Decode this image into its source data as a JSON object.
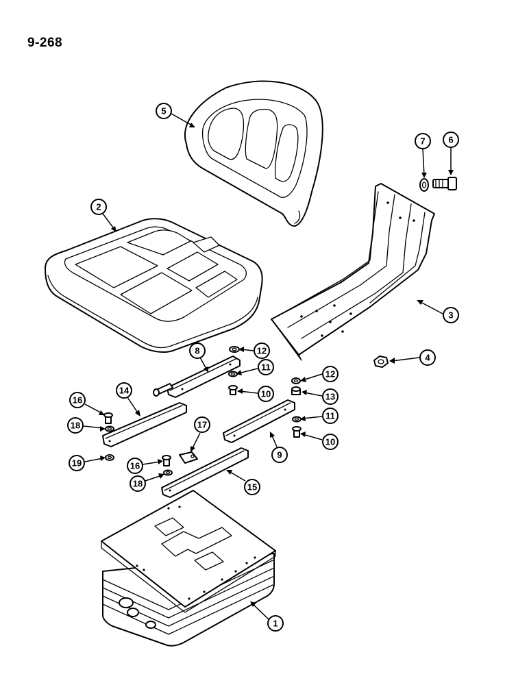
{
  "page": {
    "number": "9-268"
  },
  "callouts": [
    {
      "label": "1"
    },
    {
      "label": "2"
    },
    {
      "label": "3"
    },
    {
      "label": "4"
    },
    {
      "label": "5"
    },
    {
      "label": "6"
    },
    {
      "label": "7"
    },
    {
      "label": "8"
    },
    {
      "label": "9"
    },
    {
      "label": "10"
    },
    {
      "label": "10"
    },
    {
      "label": "11"
    },
    {
      "label": "11"
    },
    {
      "label": "12"
    },
    {
      "label": "12"
    },
    {
      "label": "13"
    },
    {
      "label": "14"
    },
    {
      "label": "15"
    },
    {
      "label": "16"
    },
    {
      "label": "16"
    },
    {
      "label": "17"
    },
    {
      "label": "18"
    },
    {
      "label": "18"
    },
    {
      "label": "19"
    }
  ],
  "colors": {
    "ink": "#000000",
    "paper": "#ffffff"
  }
}
